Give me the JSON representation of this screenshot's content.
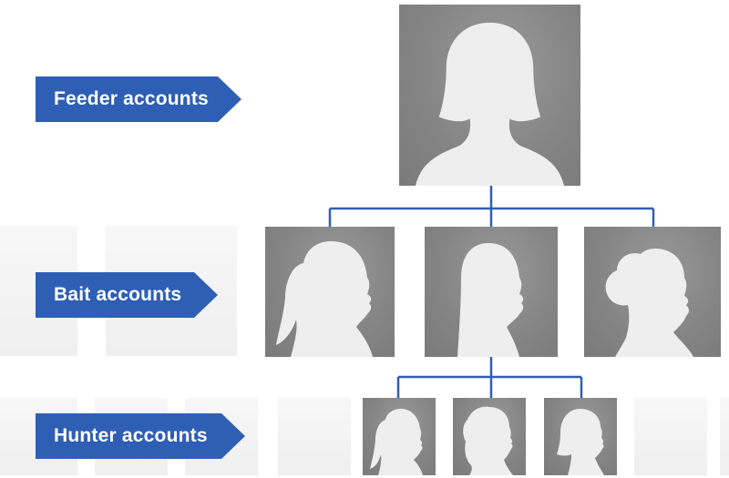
{
  "tiers": {
    "feeder": {
      "label": "Feeder accounts"
    },
    "bait": {
      "label": "Bait accounts"
    },
    "hunter": {
      "label": "Hunter accounts"
    }
  },
  "colors": {
    "tag_fill": "#2f5fb5",
    "connector": "#2f5fb5",
    "silhouette": "#eeeeee",
    "portrait_bg": "#858585",
    "ghost_tile": "#f2f2f2"
  },
  "portraits": {
    "feeder": [
      "bob-haircut-woman-front"
    ],
    "bait": [
      "ponytail-woman-profile",
      "long-hair-woman-profile",
      "updo-woman-profile"
    ],
    "hunter": [
      "ponytail-woman-profile",
      "curly-hair-woman-profile",
      "bob-haircut-woman-profile"
    ]
  }
}
